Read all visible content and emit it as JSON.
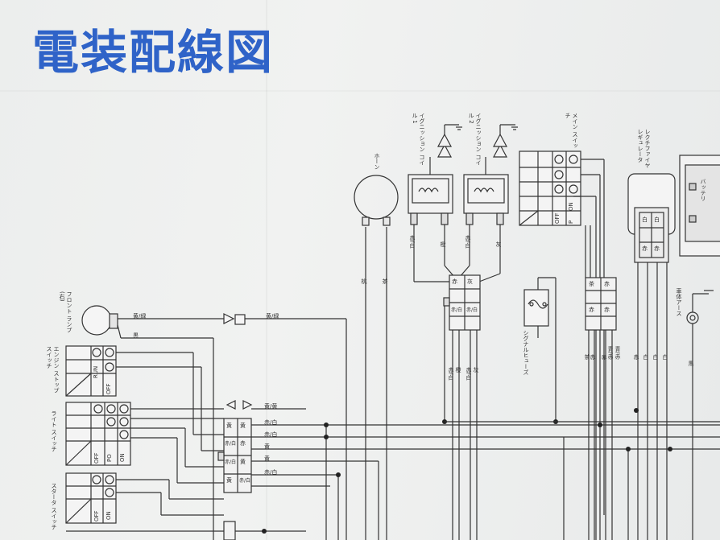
{
  "title": "電装配線図",
  "components": {
    "horn": "ホーン",
    "ign_coil_1": "イグニッション コイル 1",
    "ign_coil_2": "イグニッション コイル 2",
    "main_switch": "メイン スイッチ",
    "rectifier": "レクチファイヤ レギュレータ",
    "battery": "バッテリ",
    "front_lamp": "フロント ランプ(右)",
    "engine_stop": "エンジン ストップ スイッチ",
    "light_switch": "ライト スイッチ",
    "starter_switch": "スタータ スイッチ",
    "signal_fuse": "シグナルヒューズ",
    "frame_earth": "車体アース"
  },
  "switch_labels": {
    "run": "RUN",
    "off": "OFF",
    "on": "ON",
    "p": "P",
    "po": "PO"
  },
  "wire_colors": {
    "horn_left": "桃",
    "horn_right": "茶",
    "coil1_a": "赤/白",
    "coil1_b": "橙",
    "coil2_a": "赤/白",
    "coil2_b": "灰",
    "coil_conn_bottom": [
      "赤/白",
      "橙",
      "赤/白",
      "灰"
    ],
    "lamp_1": "黄/緑",
    "lamp_2": "黒",
    "arrow_wire": "黄/緑",
    "arrow_wire_2": "黄/黄",
    "main_conn_wires": [
      "茶",
      "赤",
      "赤",
      "青/赤",
      "青/赤"
    ],
    "rect_wires": [
      "赤",
      "白",
      "白",
      "白"
    ],
    "earth_wire": "黒",
    "mid_wires": [
      "赤/白",
      "赤/白",
      "黄",
      "黄",
      "赤/白"
    ]
  },
  "connectors": {
    "coil_conn": [
      "赤",
      "灰",
      "赤/白",
      "赤/白"
    ],
    "main_conn": [
      "茶",
      "赤",
      "赤",
      "赤"
    ],
    "rect_conn": [
      "白",
      "白",
      "赤",
      "赤"
    ],
    "mid_conn": [
      "黄",
      "黄",
      "赤/白",
      "赤",
      "赤/白",
      "黄",
      "黄",
      "赤/白"
    ]
  }
}
